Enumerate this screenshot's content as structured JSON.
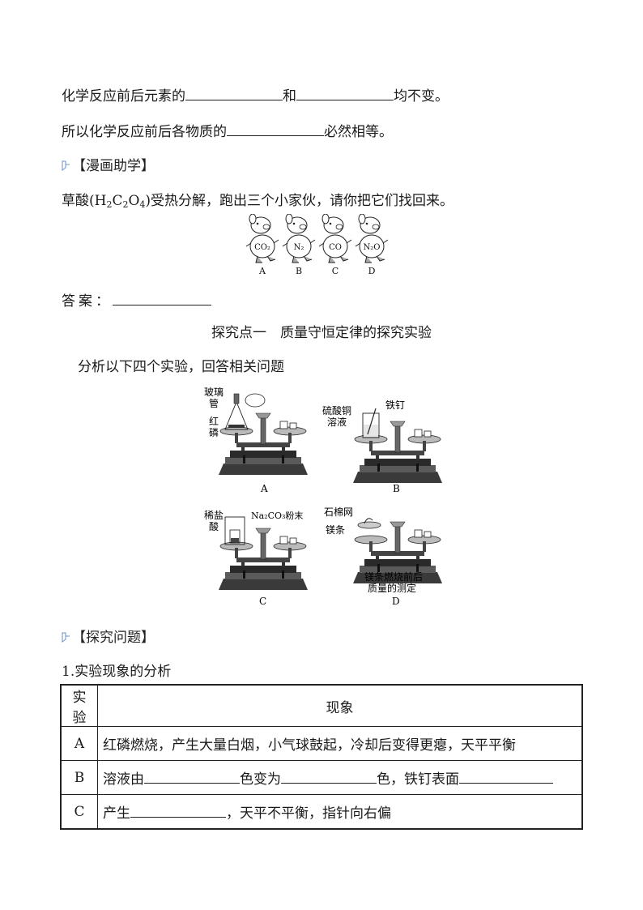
{
  "lines": {
    "line1_a": "化学反应前后元素的",
    "line1_b": "和",
    "line1_c": "均不变。",
    "line2_a": "所以化学反应前后各物质的",
    "line2_b": "必然相等。"
  },
  "sections": {
    "manhua": "【漫画助学】",
    "tanjiu": "【探究问题】"
  },
  "oxalic": {
    "text_a": "草酸(H",
    "sub1": "2",
    "c": "C",
    "sub2": "2",
    "o": "O",
    "sub3": "4",
    "text_b": ")受热分解，跑出三个小家伙，请你把它们找回来。"
  },
  "pigs": [
    {
      "formula": "CO₂",
      "letter": "A"
    },
    {
      "formula": "N₂",
      "letter": "B"
    },
    {
      "formula": "CO",
      "letter": "C"
    },
    {
      "formula": "N₂O",
      "letter": "D"
    }
  ],
  "answer_label": "答案：",
  "explore_title": "探究点一　质量守恒定律的探究实验",
  "analyze_text": "分析以下四个实验，回答相关问题",
  "balance_labels": {
    "A": {
      "letter": "A",
      "l1": "玻璃",
      "l2": "管",
      "l3": "红",
      "l4": "磷"
    },
    "B": {
      "letter": "B",
      "l1": "硫酸铜",
      "l2": "溶液",
      "l3": "铁钉"
    },
    "C": {
      "letter": "C",
      "l1": "稀盐",
      "l2": "酸",
      "l3": "Na₂CO₃粉末"
    },
    "D": {
      "letter": "D",
      "l1": "石棉网",
      "l2": "镁条",
      "l3": "镁条燃烧前后",
      "l4": "质量的测定"
    }
  },
  "q1_title": "1.实验现象的分析",
  "table": {
    "headers": [
      "实验",
      "现象"
    ],
    "rows": [
      {
        "exp": "A",
        "text": "红磷燃烧，产生大量白烟，小气球鼓起，冷却后变得更瘪，天平平衡"
      },
      {
        "exp": "B",
        "t1": "溶液由",
        "t2": "色变为",
        "t3": "色，铁钉表面"
      },
      {
        "exp": "C",
        "t1": "产生",
        "t2": "，天平不平衡，指针向右偏"
      }
    ]
  },
  "colors": {
    "ink": "#1a1a1a",
    "marker": "#6b8fc7",
    "apparatus_dark": "#2a2a2a",
    "apparatus_mid": "#7a7a7a"
  }
}
